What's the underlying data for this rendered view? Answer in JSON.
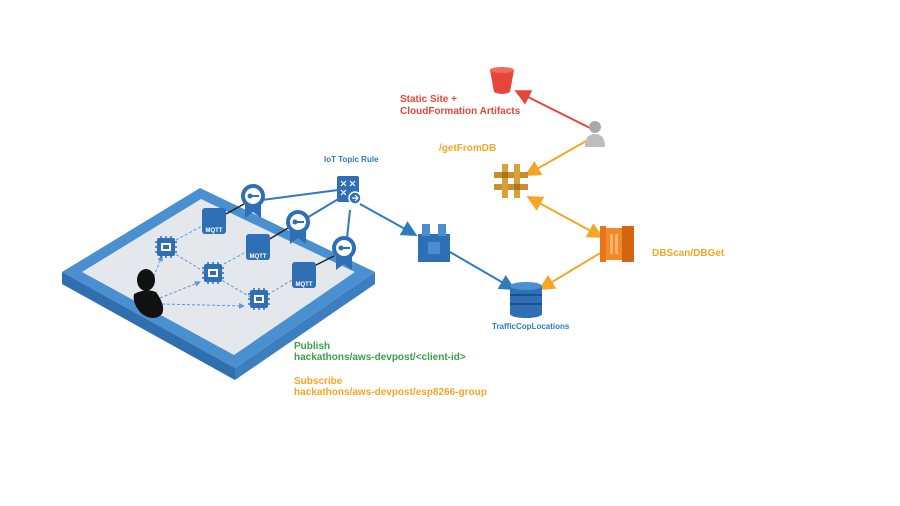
{
  "labels": {
    "static_site": "Static Site +",
    "cf_artifacts": "CloudFormation Artifacts",
    "get_from_db": "/getFromDB",
    "iot_topic_rule": "IoT Topic Rule",
    "dbscan": "DBScan/DBGet",
    "traffic_cop": "TrafficCopLocations",
    "publish_title": "Publish",
    "publish_topic": "hackathons/aws-devpost/<client-id>",
    "subscribe_title": "Subscribe",
    "subscribe_topic": "hackathons/aws-devpost/esp8266-group",
    "mqtt": "MQTT"
  },
  "icons": {
    "s3": "s3-bucket-icon",
    "user": "user-icon",
    "api_gateway": "api-gateway-icon",
    "lambda": "lambda-icon",
    "dynamodb": "dynamodb-icon",
    "iot_rule": "iot-rule-icon",
    "iot_action": "iot-action-icon",
    "chip": "chip-icon",
    "mqtt": "mqtt-topic-icon",
    "certificate": "certificate-icon",
    "person": "person-silhouette-icon"
  },
  "colors": {
    "red": "#e5463a",
    "orange": "#f5a623",
    "blue": "#2e7bc0",
    "green": "#3aa04a"
  }
}
